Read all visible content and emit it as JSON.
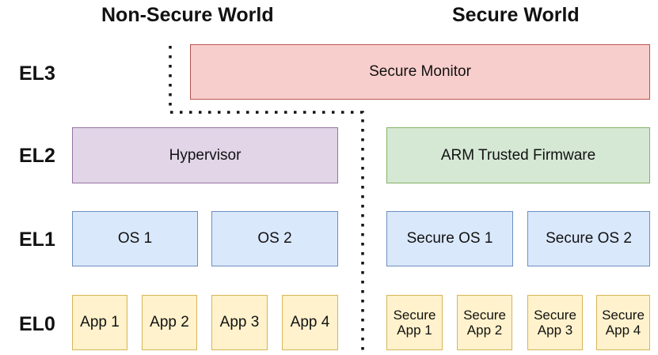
{
  "headings": {
    "non_secure": "Non-Secure World",
    "secure": "Secure World"
  },
  "levels": {
    "el3": "EL3",
    "el2": "EL2",
    "el1": "EL1",
    "el0": "EL0"
  },
  "boxes": {
    "secure_monitor": "Secure Monitor",
    "hypervisor": "Hypervisor",
    "arm_trusted_firmware": "ARM Trusted Firmware",
    "os1": "OS 1",
    "os2": "OS 2",
    "secure_os1": "Secure OS 1",
    "secure_os2": "Secure OS 2",
    "apps": [
      "App 1",
      "App 2",
      "App 3",
      "App 4"
    ],
    "secure_apps": [
      {
        "line1": "Secure",
        "line2": "App 1"
      },
      {
        "line1": "Secure",
        "line2": "App 2"
      },
      {
        "line1": "Secure",
        "line2": "App 3"
      },
      {
        "line1": "Secure",
        "line2": "App 4"
      }
    ]
  },
  "colors": {
    "el3": "#f8cecc",
    "el2_non_secure": "#e1d5e7",
    "el2_secure": "#d5e8d4",
    "el1": "#dae8fc",
    "el0": "#fff2cc"
  }
}
